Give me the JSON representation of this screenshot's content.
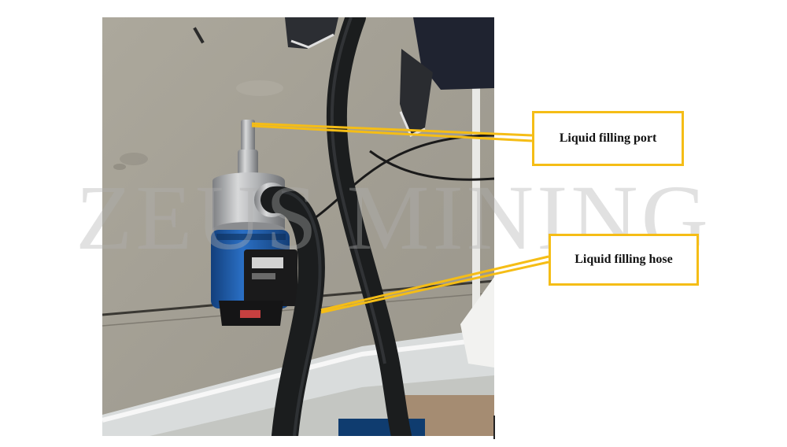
{
  "labels": {
    "port": "Liquid filling port",
    "hose": "Liquid filling hose"
  },
  "watermark": "ZEUS MINING",
  "colors": {
    "callout_border": "#f5bd16",
    "wall": "#a9a497",
    "motor_blue": "#1f63b8",
    "hose": "#1b1d1e"
  }
}
